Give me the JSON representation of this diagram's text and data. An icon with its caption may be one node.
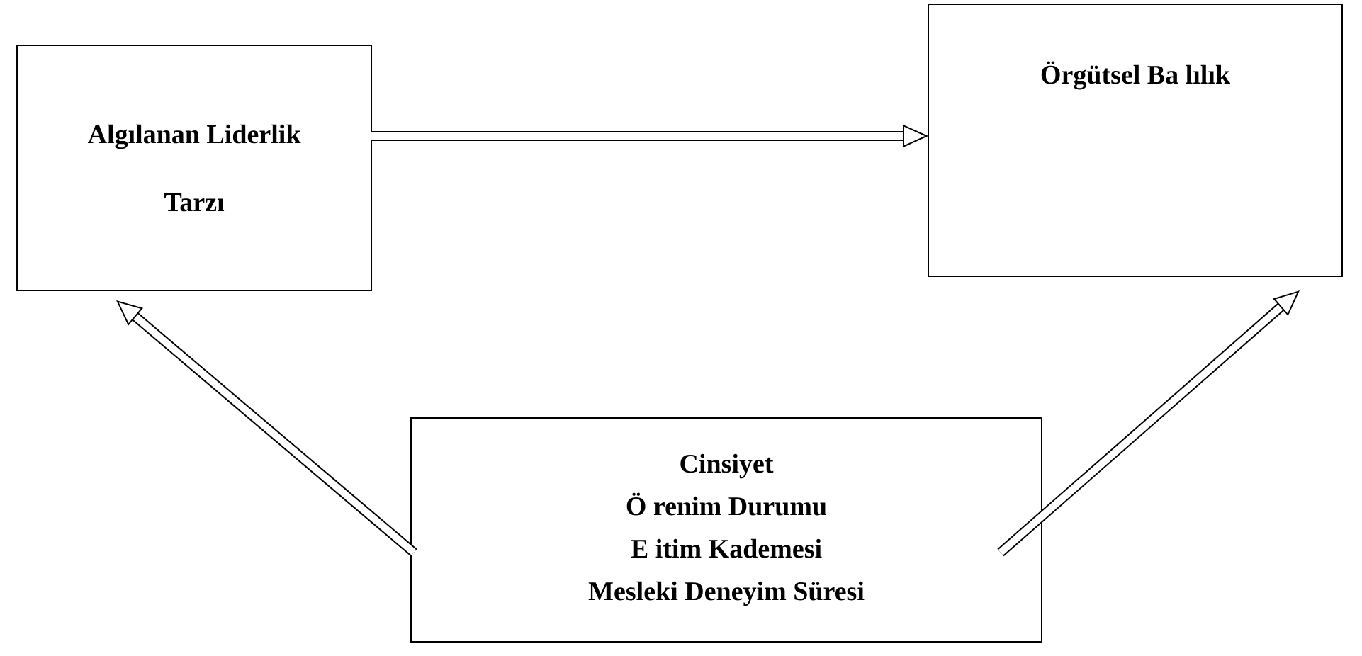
{
  "diagram": {
    "nodes": [
      {
        "text": [
          "Algılanan Liderlik Tarzı"
        ]
      },
      {
        "text": [
          "Örgütsel Ba lılık"
        ]
      },
      {
        "text": [
          "Cinsiyet",
          "Ö renim Durumu",
          "E itim Kademesi",
          "Mesleki Deneyim Süresi"
        ]
      }
    ],
    "edges": [
      {
        "from": 0,
        "to": 1,
        "arrow": "to"
      },
      {
        "from": 2,
        "to": 0,
        "arrow": "to"
      },
      {
        "from": 2,
        "to": 1,
        "arrow": "to"
      }
    ]
  }
}
